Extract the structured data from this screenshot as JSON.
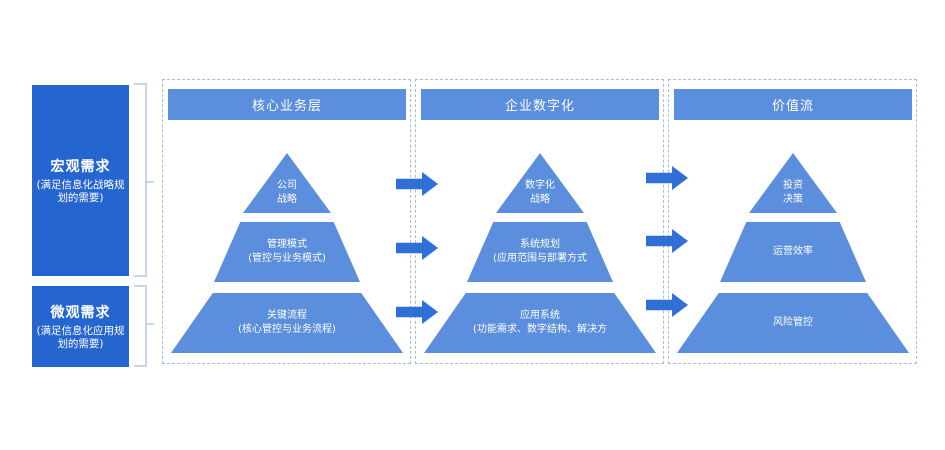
{
  "left": {
    "macro": {
      "title": "宏观需求",
      "subtitle": "(满足信息化战略规划的需要)"
    },
    "micro": {
      "title": "微观需求",
      "subtitle": "(满足信息化应用规划的需要)"
    }
  },
  "columns": [
    {
      "header": "核心业务层",
      "tiers": [
        "公司\n战略",
        "管理模式\n(管控与业务模式)",
        "关键流程\n(核心管控与业务流程)"
      ]
    },
    {
      "header": "企业数字化",
      "tiers": [
        "数字化\n战略",
        "系统规划\n(应用范围与部署方式",
        "应用系统\n(功能需求、数字结构、解决方"
      ]
    },
    {
      "header": "价值流",
      "tiers": [
        "投资\n决策",
        "运营效率",
        "风险管控"
      ]
    }
  ],
  "colors": {
    "primary": "#2565cf",
    "header": "#5b8edc",
    "tier": "#5b8edc",
    "arrow": "#2f6fd6",
    "border": "#a9bcd6"
  },
  "icons": [
    "right-arrow-icon"
  ]
}
